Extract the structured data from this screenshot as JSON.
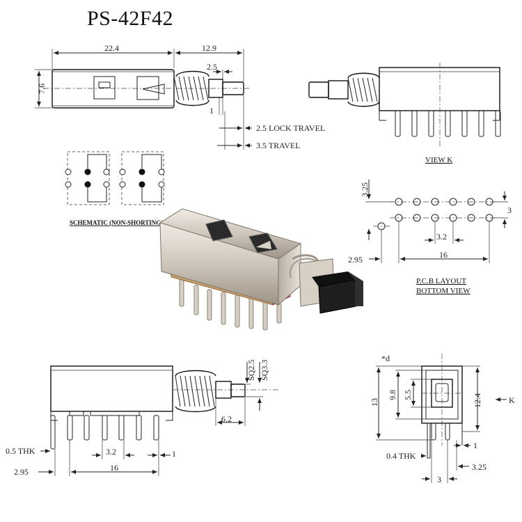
{
  "title": "PS-42F42",
  "top_view": {
    "dims": {
      "body_length": "22.4",
      "plunger_length": "12.9",
      "height": "7.6",
      "plunger_sq": "2.5",
      "offset": "1"
    },
    "lock_travel": "2.5 LOCK TRAVEL",
    "travel": "3.5 TRAVEL"
  },
  "view_k": {
    "label": "VIEW K"
  },
  "schematic": {
    "label": "SCHEMATIC (NON-SHORTING)"
  },
  "pcb_layout": {
    "label_line1": "P.C.B LAYOUT",
    "label_line2": "BOTTOM VIEW",
    "dims": {
      "row_pitch": "3.25",
      "row_gap": "3",
      "pin_pitch": "3.2",
      "span": "16",
      "offset": "2.95"
    }
  },
  "side_view": {
    "dims": {
      "sq1": "SQ2.5",
      "sq2": "SQ3.3",
      "plunger": "6.2",
      "thk": "0.5 THK",
      "pitch": "3.2",
      "end": "1",
      "offset": "2.95",
      "span": "16"
    }
  },
  "end_view": {
    "dims": {
      "d": "*d",
      "h13": "13",
      "h98": "9.8",
      "h55": "5.5",
      "h124": "12.4",
      "k": "K",
      "thk": "0.4 THK",
      "one": "1",
      "w325": "3.25",
      "w3": "3"
    }
  },
  "photo": {
    "description_icon": "push-switch-photo"
  }
}
